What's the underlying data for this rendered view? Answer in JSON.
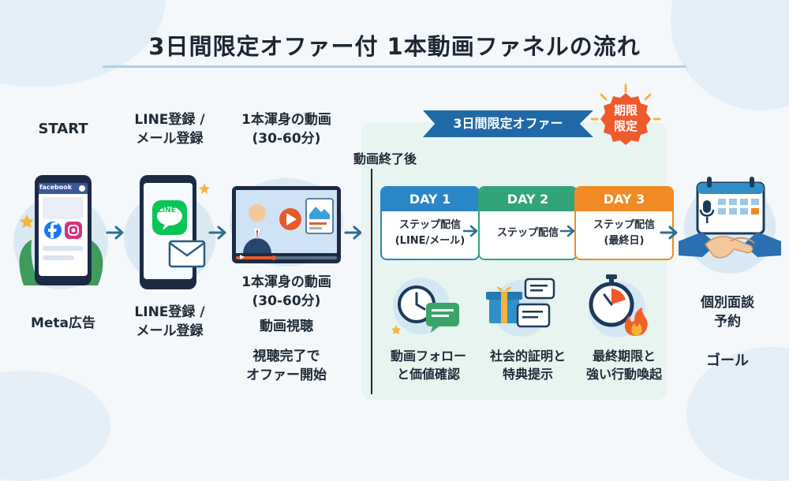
{
  "title": "3日間限定オファー付 1本動画ファネルの流れ",
  "start_label": "START",
  "ad": {
    "label": "Meta広告",
    "app_name": "facebook"
  },
  "line_step": {
    "top_line1": "LINE登録 /",
    "top_line2": "メール登録",
    "bottom_line1": "LINE登録 /",
    "bottom_line2": "メール登録",
    "app_name": "LINE"
  },
  "video_step": {
    "top_line1": "1本渾身の動画",
    "top_line2": "(30-60分)",
    "bottom_line1": "1本渾身の動画",
    "bottom_line2": "(30-60分)",
    "watch_label": "動画視聴",
    "note_line1": "視聴完了で",
    "note_line2": "オファー開始"
  },
  "after_video_label": "動画終了後",
  "offer_banner": "3日間限定オファー",
  "badge": {
    "line1": "期限",
    "line2": "限定"
  },
  "days": [
    {
      "head": "DAY 1",
      "line1": "ステップ配信",
      "line2": "(LINE/メール)",
      "caption1": "動画フォロー",
      "caption2": "と価値確認",
      "color": "#2b86c5"
    },
    {
      "head": "DAY 2",
      "line1": "ステップ配信",
      "line2": "",
      "caption1": "社会的証明と",
      "caption2": "特典提示",
      "color": "#33a37a"
    },
    {
      "head": "DAY 3",
      "line1": "ステップ配信",
      "line2": "(最終日)",
      "caption1": "最終期限と",
      "caption2": "強い行動喚起",
      "color": "#ef8a25"
    }
  ],
  "goal": {
    "line1": "個別面談",
    "line2": "予約",
    "label": "ゴール"
  },
  "colors": {
    "primary": "#1f6aa6",
    "accent_green": "#33a37a",
    "accent_orange": "#ef8a25",
    "badge": "#ee5a2b"
  }
}
